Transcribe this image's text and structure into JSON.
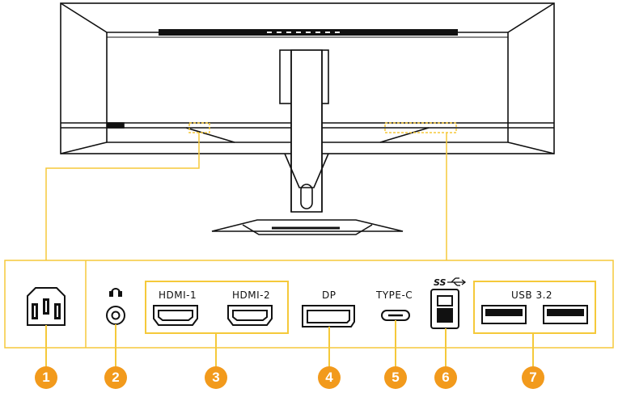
{
  "colors": {
    "accent": "#f5c93a",
    "badge": "#f29a1c",
    "ink": "#111111"
  },
  "ports": [
    {
      "id": "power",
      "icon": "power-socket-icon",
      "label": ""
    },
    {
      "id": "audio",
      "icon": "headphone-icon",
      "label": ""
    },
    {
      "id": "hdmi1",
      "icon": "hdmi-port-icon",
      "label": "HDMI-1"
    },
    {
      "id": "hdmi2",
      "icon": "hdmi-port-icon",
      "label": "HDMI-2"
    },
    {
      "id": "dp",
      "icon": "displayport-icon",
      "label": "DP"
    },
    {
      "id": "typec",
      "icon": "usb-c-port-icon",
      "label": "TYPE-C"
    },
    {
      "id": "usbb",
      "icon": "usb-b-port-icon",
      "label": ""
    },
    {
      "id": "usb32",
      "icon": "usb-a-port-icon",
      "label": "USB 3.2"
    }
  ],
  "callouts": [
    "1",
    "2",
    "3",
    "4",
    "5",
    "6",
    "7"
  ]
}
